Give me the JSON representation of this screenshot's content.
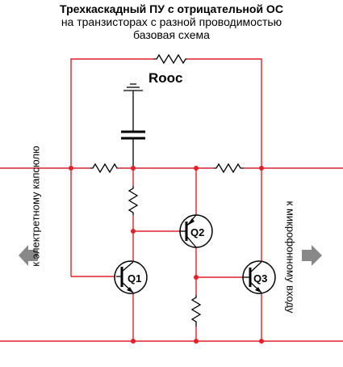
{
  "title": {
    "line1": "Трехкаскадный ПУ  с отрицательной ОС",
    "line2": "на транзисторах с разной проводимостью",
    "line3": "базовая схема"
  },
  "labels": {
    "feedback_resistor": "Rooc",
    "left_side": "к электретному капсюлю",
    "right_side": "к микрофонному входу",
    "q1": "Q1",
    "q2": "Q2",
    "q3": "Q3"
  },
  "colors": {
    "wire": "#e0202a",
    "component": "#000000",
    "arrow": "#888888"
  },
  "icons": {
    "left_arrow": "arrow-left-icon",
    "right_arrow": "arrow-right-icon",
    "ground": "ground-icon"
  }
}
